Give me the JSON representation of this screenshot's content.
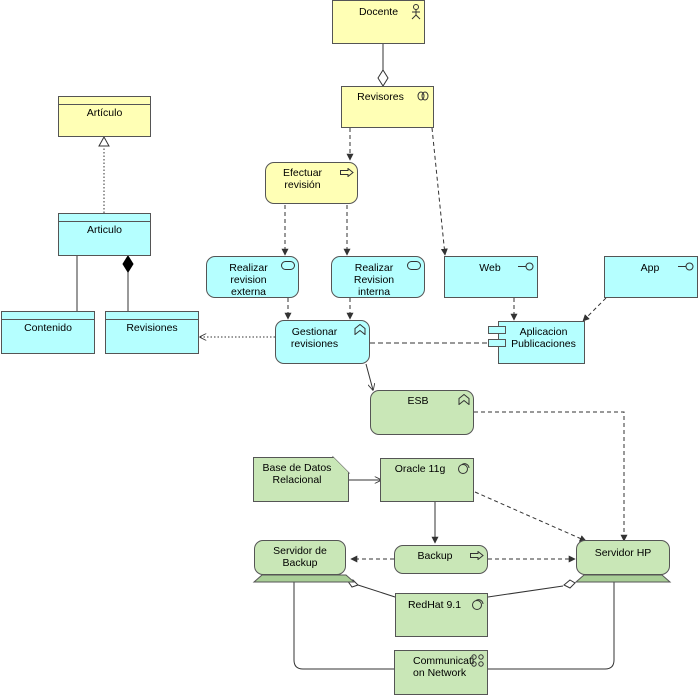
{
  "nodes": {
    "docente": "Docente",
    "revisores": "Revisores",
    "articulo_top": "Artículo",
    "articulo": "Articulo",
    "contenido": "Contenido",
    "revisiones": "Revisiones",
    "efectuar": "Efectuar\nrevisión",
    "realizar_ext": "Realizar\nrevision\nexterna",
    "realizar_int": "Realizar\nRevision\ninterna",
    "web": "Web",
    "app": "App",
    "gestionar": "Gestionar\nrevisiones",
    "aplicacion": "Aplicacion\nPublicaciones",
    "esb": "ESB",
    "base_datos": "Base de Datos\nRelacional",
    "oracle": "Oracle 11g",
    "servidor_backup": "Servidor de Backup",
    "backup": "Backup",
    "servidor_hp": "Servidor HP",
    "redhat": "RedHat 9.1",
    "communication": "Communicati\non Network"
  },
  "colors": {
    "business": "#ffffb5",
    "application": "#b5ffff",
    "technology": "#c9e7b7",
    "border": "#555555"
  }
}
